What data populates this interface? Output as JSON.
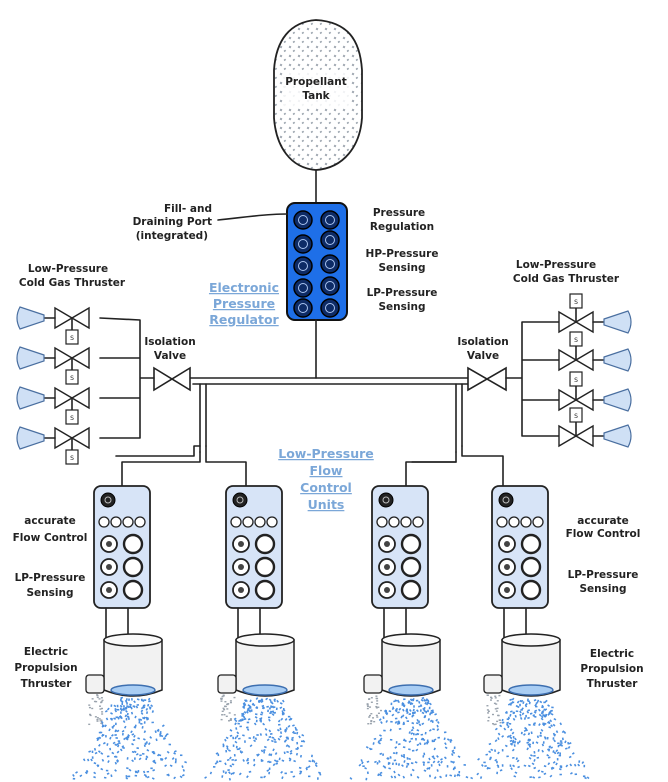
{
  "labels": {
    "tank": [
      "Propellant",
      "Tank"
    ],
    "fill_port": [
      "Fill- and",
      "Draining Port",
      "(integrated)"
    ],
    "epr": [
      "Electronic",
      "Pressure",
      "Regulator"
    ],
    "epr_functions": [
      "Pressure",
      "Regulation",
      "HP-Pressure",
      "Sensing",
      "LP-Pressure",
      "Sensing"
    ],
    "cold_gas_left": [
      "Low-Pressure",
      "Cold Gas Thruster"
    ],
    "cold_gas_right": [
      "Low-Pressure",
      "Cold Gas Thruster"
    ],
    "iso_left": [
      "Isolation",
      "Valve"
    ],
    "iso_right": [
      "Isolation",
      "Valve"
    ],
    "lpfcu": [
      "Low-Pressure",
      "Flow",
      "Control",
      "Units"
    ],
    "flow_left": [
      "accurate",
      "Flow Control",
      "LP-Pressure",
      "Sensing"
    ],
    "flow_right": [
      "accurate",
      "Flow Control",
      "LP-Pressure",
      "Sensing"
    ],
    "ept_left": [
      "Electric",
      "Propulsion",
      "Thruster"
    ],
    "ept_right": [
      "Electric",
      "Propulsion",
      "Thruster"
    ],
    "solenoid_mark": "S"
  },
  "colors": {
    "epr_fill": "#1e6fe8",
    "fcu_fill": "#d7e4f7",
    "label_blue": "#7ba7d8",
    "plume": "#4a8fe0",
    "nozzle": "#cfe0f5",
    "tank_dots": "#9aa3ad"
  },
  "icons": [
    "propellant-tank-icon",
    "regulator-icon",
    "valve-icon",
    "cold-gas-nozzle-icon",
    "electric-thruster-icon",
    "plume-icon"
  ]
}
